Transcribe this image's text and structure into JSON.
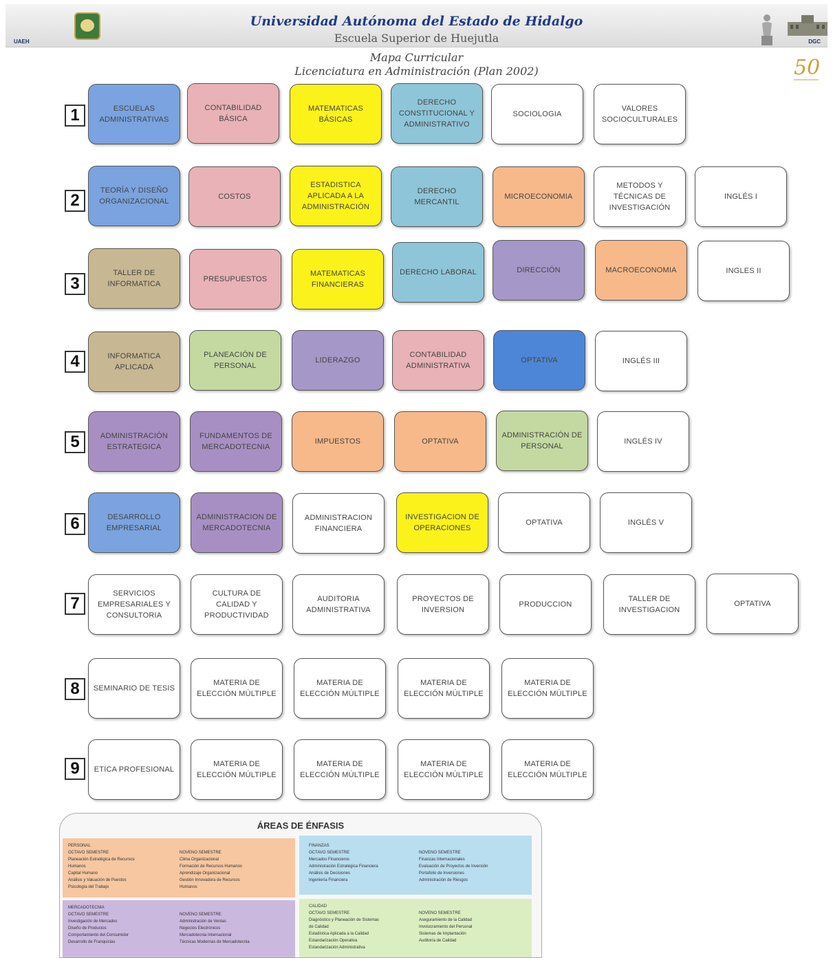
{
  "header": {
    "university": "Universidad Autónoma del Estado de Hidalgo",
    "school": "Escuela Superior de Huejutla",
    "left_tag": "UAEH",
    "right_tag": "DGC"
  },
  "map": {
    "title": "Mapa Curricular",
    "subtitle": "Licenciatura en Administración (Plan 2002)"
  },
  "semesters": [
    {
      "num": "1",
      "courses": [
        {
          "label": "ESCUELAS ADMINISTRATIVAS",
          "color": "#7aa3df"
        },
        {
          "label": "CONTABILIDAD BÁSICA",
          "color": "#e8b2b6"
        },
        {
          "label": "MATEMATICAS BÁSICAS",
          "color": "#fbf21a"
        },
        {
          "label": "DERECHO CONSTITUCIONAL Y ADMINISTRATIVO",
          "color": "#8ec5d9"
        },
        {
          "label": "SOCIOLOGIA",
          "color": "#ffffff"
        },
        {
          "label": "VALORES SOCIOCULTURALES",
          "color": "#ffffff"
        }
      ]
    },
    {
      "num": "2",
      "courses": [
        {
          "label": "TEORÍA Y DISEÑO ORGANIZACIONAL",
          "color": "#7aa3df"
        },
        {
          "label": "COSTOS",
          "color": "#e8b2b6"
        },
        {
          "label": "ESTADISTICA APLICADA A LA ADMINISTRACIÓN",
          "color": "#fbf21a"
        },
        {
          "label": "DERECHO MERCANTIL",
          "color": "#8ec5d9"
        },
        {
          "label": "MICROECONOMIA",
          "color": "#f7b98a"
        },
        {
          "label": "METODOS Y TÉCNICAS DE INVESTIGACIÓN",
          "color": "#ffffff"
        },
        {
          "label": "INGLÉS I",
          "color": "#ffffff"
        }
      ]
    },
    {
      "num": "3",
      "courses": [
        {
          "label": "TALLER DE INFORMATICA",
          "color": "#c7b792"
        },
        {
          "label": "PRESUPUESTOS",
          "color": "#e8b2b6"
        },
        {
          "label": "MATEMATICAS FINANCIERAS",
          "color": "#fbf21a"
        },
        {
          "label": "DERECHO LABORAL",
          "color": "#8ec5d9"
        },
        {
          "label": "DIRECCIÓN",
          "color": "#a597c8"
        },
        {
          "label": "MACROECONOMIA",
          "color": "#f7b98a"
        },
        {
          "label": "INGLES II",
          "color": "#ffffff"
        }
      ]
    },
    {
      "num": "4",
      "courses": [
        {
          "label": "INFORMATICA APLICADA",
          "color": "#c7b792"
        },
        {
          "label": "PLANEACIÓN DE PERSONAL",
          "color": "#c4d9a1"
        },
        {
          "label": "LIDERAZGO",
          "color": "#a597c8"
        },
        {
          "label": "CONTABILIDAD ADMINISTRATIVA",
          "color": "#e8b2b6"
        },
        {
          "label": "OPTATIVA",
          "color": "#4d86d6"
        },
        {
          "label": "INGLÉS III",
          "color": "#ffffff"
        }
      ]
    },
    {
      "num": "5",
      "courses": [
        {
          "label": "ADMINISTRACIÓN ESTRATEGICA",
          "color": "#a88fc3"
        },
        {
          "label": "FUNDAMENTOS DE MERCADOTECNIA",
          "color": "#a88fc3"
        },
        {
          "label": "IMPUESTOS",
          "color": "#f7b98a"
        },
        {
          "label": "OPTATIVA",
          "color": "#f7b98a"
        },
        {
          "label": "ADMINISTRACIÓN DE PERSONAL",
          "color": "#c4d9a1"
        },
        {
          "label": "INGLÉS IV",
          "color": "#ffffff"
        }
      ]
    },
    {
      "num": "6",
      "courses": [
        {
          "label": "DESARROLLO EMPRESARIAL",
          "color": "#7aa3df"
        },
        {
          "label": "ADMINISTRACION DE MERCADOTECNIA",
          "color": "#a88fc3"
        },
        {
          "label": "ADMINISTRACION FINANCIERA",
          "color": "#ffffff"
        },
        {
          "label": "INVESTIGACION DE OPERACIONES",
          "color": "#fbf21a"
        },
        {
          "label": "OPTATIVA",
          "color": "#ffffff"
        },
        {
          "label": "INGLÉS V",
          "color": "#ffffff"
        }
      ]
    },
    {
      "num": "7",
      "courses": [
        {
          "label": "SERVICIOS EMPRESARIALES Y CONSULTORIA",
          "color": "#ffffff"
        },
        {
          "label": "CULTURA DE CALIDAD Y PRODUCTIVIDAD",
          "color": "#ffffff"
        },
        {
          "label": "AUDITORIA ADMINISTRATIVA",
          "color": "#ffffff"
        },
        {
          "label": "PROYECTOS DE INVERSION",
          "color": "#ffffff"
        },
        {
          "label": "PRODUCCION",
          "color": "#ffffff"
        },
        {
          "label": "TALLER DE INVESTIGACION",
          "color": "#ffffff"
        },
        {
          "label": "OPTATIVA",
          "color": "#ffffff"
        }
      ]
    },
    {
      "num": "8",
      "courses": [
        {
          "label": "SEMINARIO DE TESIS",
          "color": "#ffffff"
        },
        {
          "label": "MATERIA DE ELECCIÓN MÚLTIPLE",
          "color": "#ffffff"
        },
        {
          "label": "MATERIA DE ELECCIÓN MÚLTIPLE",
          "color": "#ffffff"
        },
        {
          "label": "MATERIA DE ELECCIÓN MÚLTIPLE",
          "color": "#ffffff"
        },
        {
          "label": "MATERIA DE ELECCIÓN MÚLTIPLE",
          "color": "#ffffff"
        }
      ]
    },
    {
      "num": "9",
      "courses": [
        {
          "label": "ETICA PROFESIONAL",
          "color": "#ffffff"
        },
        {
          "label": "MATERIA DE ELECCIÓN MÚLTIPLE",
          "color": "#ffffff"
        },
        {
          "label": "MATERIA DE ELECCIÓN MÚLTIPLE",
          "color": "#ffffff"
        },
        {
          "label": "MATERIA DE ELECCIÓN MÚLTIPLE",
          "color": "#ffffff"
        },
        {
          "label": "MATERIA DE ELECCIÓN MÚLTIPLE",
          "color": "#ffffff"
        }
      ]
    }
  ],
  "areas": {
    "title": "ÁREAS DE ÉNFASIS",
    "panels": [
      {
        "name": "PERSONAL",
        "color": "#f6c7a1",
        "col1": [
          "PERSONAL",
          "OCTAVO SEMESTRE",
          "Planeación Estratégica de Recursos",
          "Humanos",
          "Capital Humano",
          "Análisis y Valuación de Puestos",
          "Psicología del Trabajo"
        ],
        "col2": [
          "NOVENO SEMESTRE",
          "Clima Organizacional",
          "Formación de Recursos Humanos",
          "Aprendizaje Organizacional",
          "Gestión Innovadora de Recursos",
          "Humanos"
        ]
      },
      {
        "name": "FINANZAS",
        "color": "#b9def0",
        "col1": [
          "FINANZAS",
          "OCTAVO SEMESTRE",
          "Mercados Financieros",
          "Administración Estratégica Financiera",
          "Análisis de Decisiones",
          "Ingeniería Financiera"
        ],
        "col2": [
          "NOVENO SEMESTRE",
          "Finanzas Internacionales",
          "Evaluación de Proyectos de Inversión",
          "Portafolio de Inversiones",
          "Administración de Riesgos"
        ]
      },
      {
        "name": "MERCADOTECNIA",
        "color": "#cbb8df",
        "col1": [
          "MERCADOTECNIA",
          "OCTAVO SEMESTRE",
          "Investigación de Mercados",
          "Diseño de Productos",
          "Comportamiento del Consumidor",
          "Desarrollo de Franquicias"
        ],
        "col2": [
          "NOVENO SEMESTRE",
          "Administración de Ventas",
          "Negocios Electrónicos",
          "Mercadotecnia Internacional",
          "Técnicas Modernas de Mercadotecnia"
        ]
      },
      {
        "name": "CALIDAD",
        "color": "#dbeec1",
        "col1": [
          "CALIDAD",
          "OCTAVO SEMESTRE",
          "Diagnóstico y Planeación de Sistemas",
          "de Calidad",
          "Estadística Aplicada a la Calidad",
          "Estandarización Operativa",
          "Estandarización Administrativa"
        ],
        "col2": [
          "NOVENO SEMESTRE",
          "Aseguramiento de la Calidad",
          "Involucramiento del Personal",
          "Sistemas de Implantación",
          "Auditoría de Calidad"
        ]
      }
    ]
  }
}
